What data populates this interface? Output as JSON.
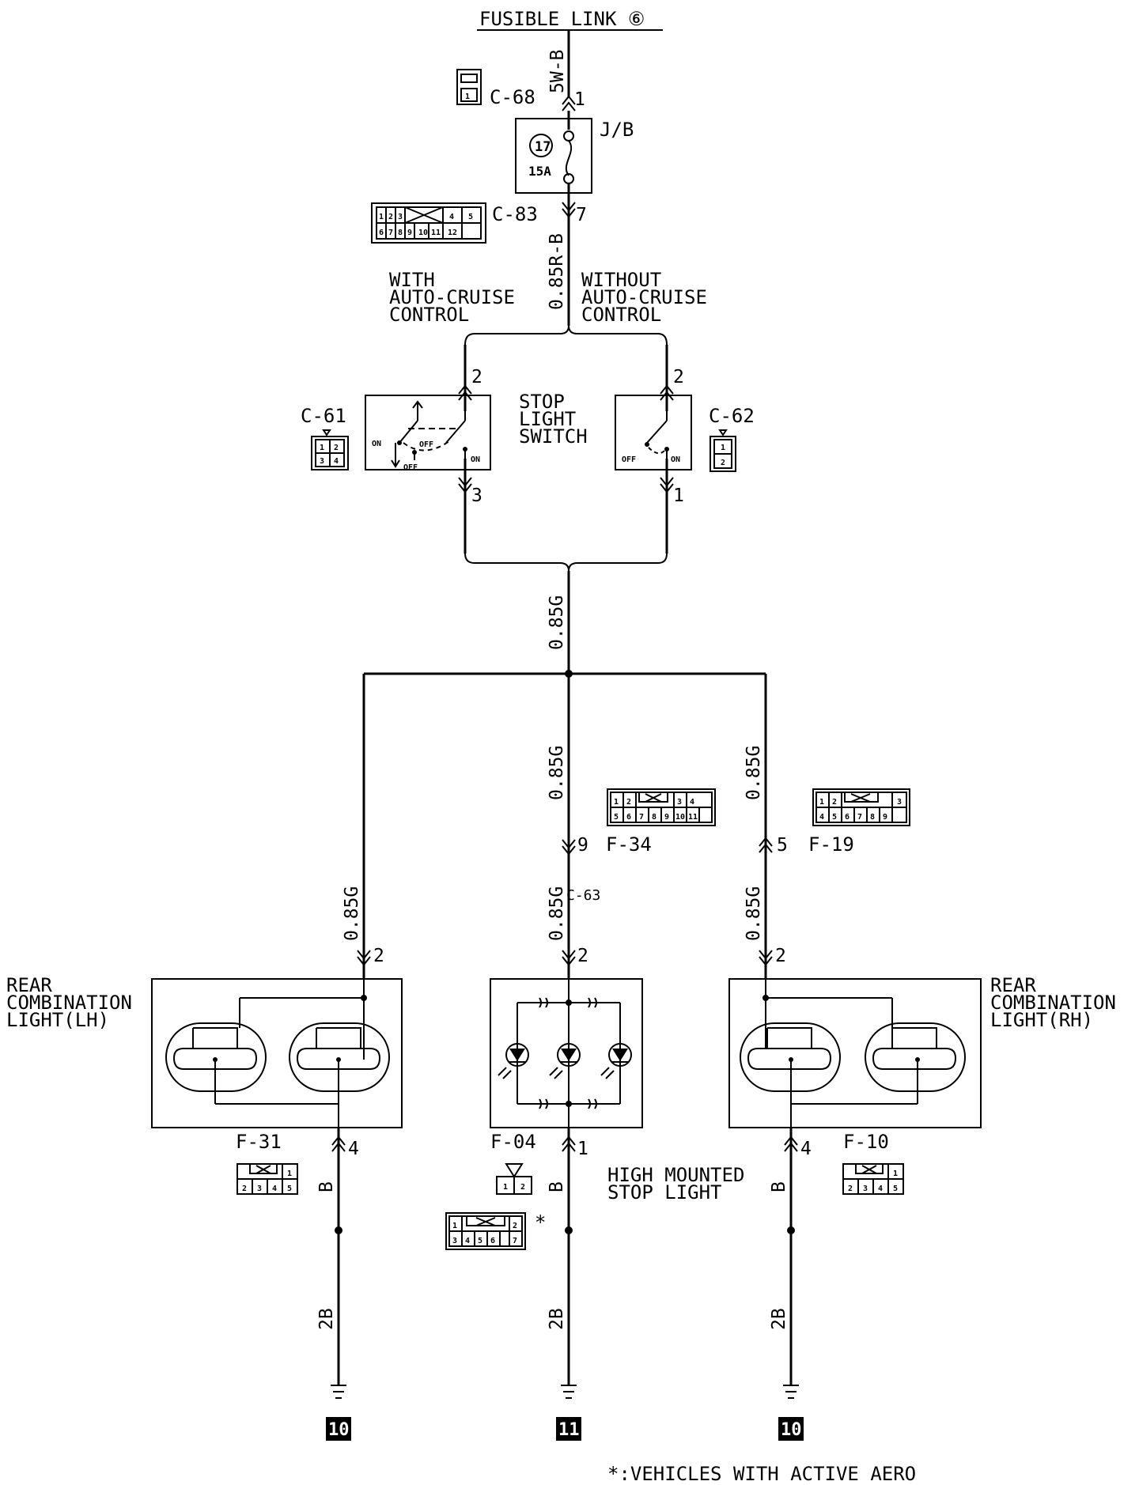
{
  "source": {
    "label": "FUSIBLE LINK ⑥"
  },
  "wires": {
    "feed": "5W-B",
    "jb_out": "0.85R-B",
    "trunk": "0.85G",
    "left_branch": "0.85G",
    "mid_upper": "0.85G",
    "mid_lower": "0.85G",
    "right_upper": "0.85G",
    "right_lower": "0.85G",
    "left_ground": "B",
    "mid_ground": "B",
    "right_ground": "B",
    "left_ground_lower": "2B",
    "mid_ground_lower": "2B",
    "right_ground_lower": "2B"
  },
  "junction_box": {
    "label": "J/B",
    "fuse_number": "17",
    "fuse_rating": "15A",
    "pin_in": "1",
    "pin_out": "7",
    "connector_in": "C-68",
    "connector_out": "C-83",
    "c68_pin": "1",
    "c83_pins_top": [
      "1",
      "2",
      "3",
      "4",
      "5"
    ],
    "c83_pins_bottom": [
      "6",
      "7",
      "8",
      "9",
      "10",
      "11",
      "12"
    ]
  },
  "switch": {
    "title_line1": "STOP",
    "title_line2": "LIGHT",
    "title_line3": "SWITCH",
    "with_line1": "WITH",
    "with_line2": "AUTO-CRUISE",
    "with_line3": "CONTROL",
    "without_line1": "WITHOUT",
    "without_line2": "AUTO-CRUISE",
    "without_line3": "CONTROL",
    "left_connector": "C-61",
    "right_connector": "C-62",
    "left_pin_top": "2",
    "left_pin_bottom": "3",
    "right_pin_top": "2",
    "right_pin_bottom": "1",
    "on": "ON",
    "off": "OFF",
    "c61_pins": [
      "1",
      "2",
      "3",
      "4"
    ],
    "c62_pins": [
      "1",
      "2"
    ]
  },
  "connectors": {
    "f34": {
      "label": "F-34",
      "pin": "9",
      "pins_top": [
        "1",
        "2",
        "3",
        "4"
      ],
      "pins_bottom": [
        "5",
        "6",
        "7",
        "8",
        "9",
        "10",
        "11"
      ]
    },
    "f19": {
      "label": "F-19",
      "pin": "5",
      "pins_top": [
        "1",
        "2",
        "3"
      ],
      "pins_bottom": [
        "4",
        "5",
        "6",
        "7",
        "8",
        "9"
      ]
    },
    "c63": {
      "label": "C-63"
    },
    "f31": {
      "label": "F-31",
      "pin": "4",
      "pins_top": [
        "1"
      ],
      "pins_bottom": [
        "2",
        "3",
        "4",
        "5"
      ]
    },
    "f04": {
      "label": "F-04",
      "pin": "1",
      "pins": [
        "1",
        "2"
      ]
    },
    "f10": {
      "label": "F-10",
      "pin": "4",
      "pins_top": [
        "1"
      ],
      "pins_bottom": [
        "2",
        "3",
        "4",
        "5"
      ]
    },
    "aero": {
      "pins_top": [
        "1",
        "2"
      ],
      "pins_bottom": [
        "3",
        "4",
        "5",
        "6",
        "7"
      ],
      "star": "*"
    }
  },
  "loads": {
    "left": {
      "line1": "REAR",
      "line2": "COMBINATION",
      "line3": "LIGHT(LH)",
      "pin_in": "2"
    },
    "mid": {
      "line1": "HIGH MOUNTED",
      "line2": "STOP LIGHT",
      "pin_in": "2"
    },
    "right": {
      "line1": "REAR",
      "line2": "COMBINATION",
      "line3": "LIGHT(RH)",
      "pin_in": "2"
    }
  },
  "grounds": {
    "left": "10",
    "mid": "11",
    "right": "10"
  },
  "footnote": "*:VEHICLES WITH ACTIVE AERO"
}
